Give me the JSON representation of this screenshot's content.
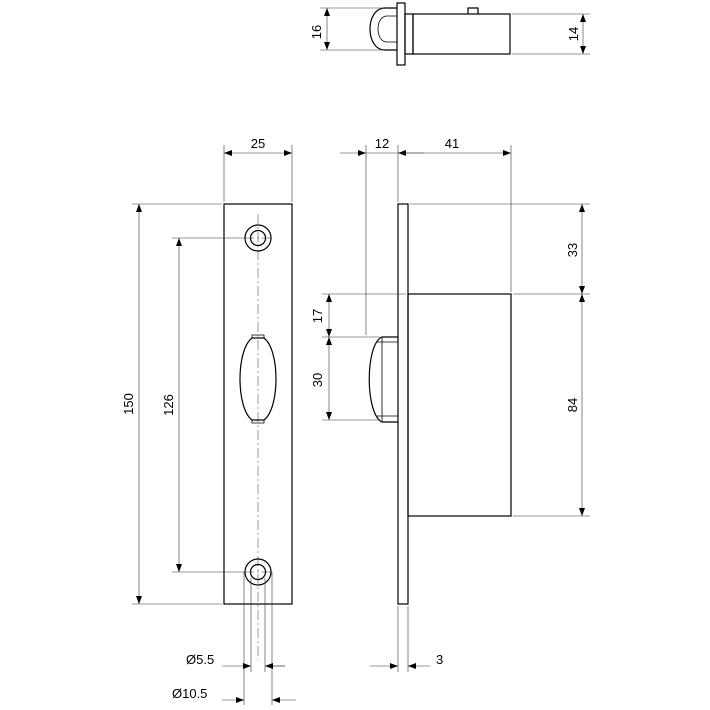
{
  "dimensions": {
    "top_height": "16",
    "top_width": "14",
    "plate_width": "25",
    "backset": "12",
    "case_depth": "41",
    "plate_height": "150",
    "hole_spacing": "126",
    "top_to_case": "33",
    "case_height": "84",
    "latch_offset": "17",
    "latch_height": "30",
    "plate_thickness": "3",
    "hole_small": "Ø5.5",
    "hole_large": "Ø10.5"
  },
  "colors": {
    "line": "#000000",
    "background": "#ffffff"
  }
}
